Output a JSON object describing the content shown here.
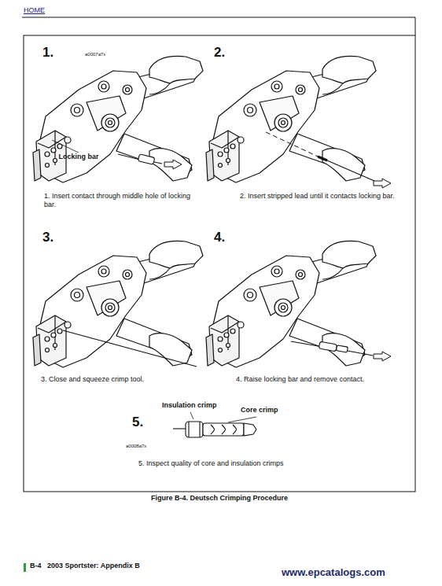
{
  "diagram": {
    "caption": "Figure B-4. Deutsch Crimping Procedure",
    "labels": [
      "HOME",
      "1.",
      "a0007a7x",
      "Locking bar",
      "1. Insert contact through middle hole of locking bar.",
      "2.",
      "2. Insert stripped lead until it contacts locking bar.",
      "3.",
      "3. Close and squeeze crimp tool.",
      "4.",
      "4. Raise locking bar and remove contact.",
      "5.",
      "Insulation crimp",
      "Core crimp",
      "a0008a7x",
      "5. Inspect quality of core and insulation crimps",
      "B-4",
      "2003 Sportster: Appendix B",
      "www.epcatalogs.com"
    ]
  }
}
